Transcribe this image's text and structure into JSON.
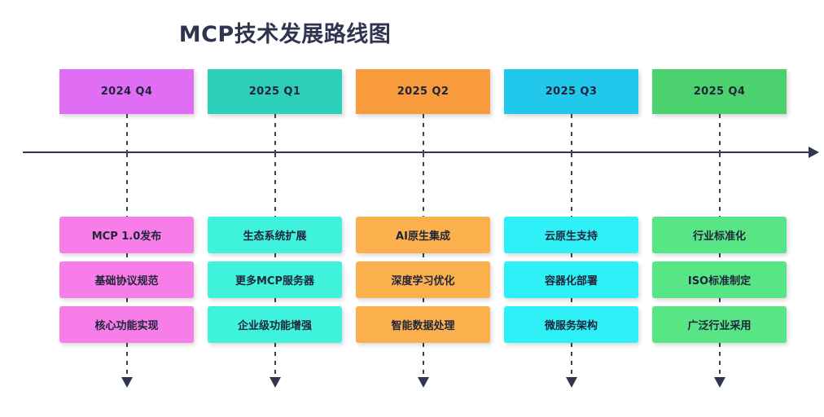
{
  "title": "MCP技术发展路线图",
  "colors": {
    "title_color": "#2f3550",
    "axis_color": "#2f3550",
    "background": "#ffffff",
    "text_color": "#1f2438"
  },
  "timeline": {
    "axis_label": "timeline-axis",
    "direction": "left-to-right"
  },
  "columns": [
    {
      "quarter": "2024 Q4",
      "header_color": "#e06ef5",
      "milestone_color": "#f77de9",
      "milestones": [
        "MCP 1.0发布",
        "基础协议规范",
        "核心功能实现"
      ]
    },
    {
      "quarter": "2025 Q1",
      "header_color": "#2ccfb8",
      "milestone_color": "#3ff2dc",
      "milestones": [
        "生态系统扩展",
        "更多MCP服务器",
        "企业级功能增强"
      ]
    },
    {
      "quarter": "2025 Q2",
      "header_color": "#f79b3d",
      "milestone_color": "#fbb košt",
      "milestones": [
        "AI原生集成",
        "深度学习优化",
        "智能数据处理"
      ]
    },
    {
      "quarter": "2025 Q3",
      "header_color": "#22c7ec",
      "milestone_color": "#2ef0f7",
      "milestones": [
        "云原生支持",
        "容器化部署",
        "微服务架构"
      ]
    },
    {
      "quarter": "2025 Q4",
      "header_color": "#4bd26f",
      "milestone_color": "#57e585",
      "milestones": [
        "行业标准化",
        "ISO标准制定",
        "广泛行业采用"
      ]
    }
  ]
}
